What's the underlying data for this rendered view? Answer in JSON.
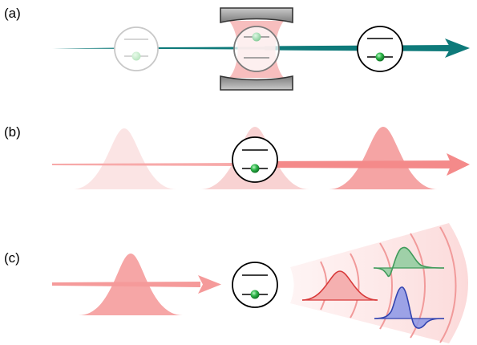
{
  "panels": {
    "a": {
      "label": "(a)"
    },
    "b": {
      "label": "(b)"
    },
    "c": {
      "label": "(c)"
    }
  },
  "colors": {
    "teal": "#0e7a7a",
    "cavity_glow": "#f4a6a6",
    "mirror_gray": "#8f8f8f",
    "pulse_pink": "#f59898",
    "atom_green": "#1fa23a",
    "wave_red": "#d83a3a",
    "wave_green": "#3f9a5a",
    "wave_blue": "#3344b0"
  },
  "icons": {
    "atom": "two-level-atom-icon",
    "mirror": "cavity-mirror-icon",
    "arrow": "arrowhead-icon"
  }
}
